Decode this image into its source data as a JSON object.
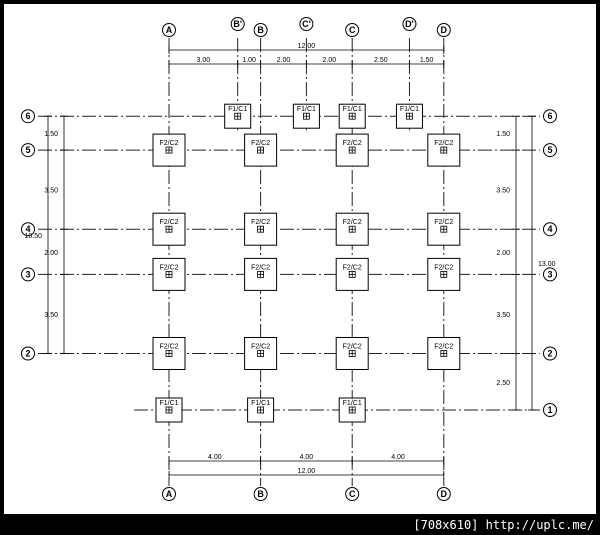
{
  "axes_x": [
    {
      "label": "A",
      "pos": 0
    },
    {
      "label": "B",
      "pos": 4
    },
    {
      "label": "C",
      "pos": 8
    },
    {
      "label": "D",
      "pos": 12
    }
  ],
  "axes_x_aux": [
    {
      "label": "B'",
      "pos": 3
    },
    {
      "label": "C'",
      "pos": 6
    },
    {
      "label": "D'",
      "pos": 10.5
    }
  ],
  "axes_y": [
    {
      "label": "1",
      "pos": 0
    },
    {
      "label": "2",
      "pos": 2.5
    },
    {
      "label": "3",
      "pos": 6
    },
    {
      "label": "4",
      "pos": 8
    },
    {
      "label": "5",
      "pos": 11.5
    },
    {
      "label": "6",
      "pos": 13
    }
  ],
  "dims_top": [
    "3.00",
    "1.00",
    "2.00",
    "2.00",
    "2.50",
    "1.50"
  ],
  "dims_top_total": "12.00",
  "dims_bottom": [
    "4.00",
    "4.00",
    "4.00"
  ],
  "dims_bottom_total": "12.00",
  "dims_left": [
    "1.50",
    "3.50",
    "2.00",
    "3.50"
  ],
  "dims_left_total": "10.50",
  "dims_right": [
    "1.50",
    "3.50",
    "2.00",
    "3.50",
    "2.50"
  ],
  "dims_right_total": "13.00",
  "footing_labels": {
    "F1": "F1/C1",
    "F2": "F2/C2"
  },
  "footings": [
    {
      "type": "F1",
      "x": 3,
      "y": 13
    },
    {
      "type": "F1",
      "x": 6,
      "y": 13
    },
    {
      "type": "F1",
      "x": 8,
      "y": 13
    },
    {
      "type": "F1",
      "x": 10.5,
      "y": 13
    },
    {
      "type": "F2",
      "x": 0,
      "y": 11.5
    },
    {
      "type": "F2",
      "x": 4,
      "y": 11.5
    },
    {
      "type": "F2",
      "x": 8,
      "y": 11.5
    },
    {
      "type": "F2",
      "x": 12,
      "y": 11.5
    },
    {
      "type": "F2",
      "x": 0,
      "y": 8
    },
    {
      "type": "F2",
      "x": 4,
      "y": 8
    },
    {
      "type": "F2",
      "x": 8,
      "y": 8
    },
    {
      "type": "F2",
      "x": 12,
      "y": 8
    },
    {
      "type": "F2",
      "x": 0,
      "y": 6
    },
    {
      "type": "F2",
      "x": 4,
      "y": 6
    },
    {
      "type": "F2",
      "x": 8,
      "y": 6
    },
    {
      "type": "F2",
      "x": 12,
      "y": 6
    },
    {
      "type": "F2",
      "x": 0,
      "y": 2.5
    },
    {
      "type": "F2",
      "x": 4,
      "y": 2.5
    },
    {
      "type": "F2",
      "x": 8,
      "y": 2.5
    },
    {
      "type": "F2",
      "x": 12,
      "y": 2.5
    },
    {
      "type": "F1",
      "x": 0,
      "y": 0
    },
    {
      "type": "F1",
      "x": 4,
      "y": 0
    },
    {
      "type": "F1",
      "x": 8,
      "y": 0
    }
  ],
  "watermark": "[708x610] http://uplc.me/"
}
